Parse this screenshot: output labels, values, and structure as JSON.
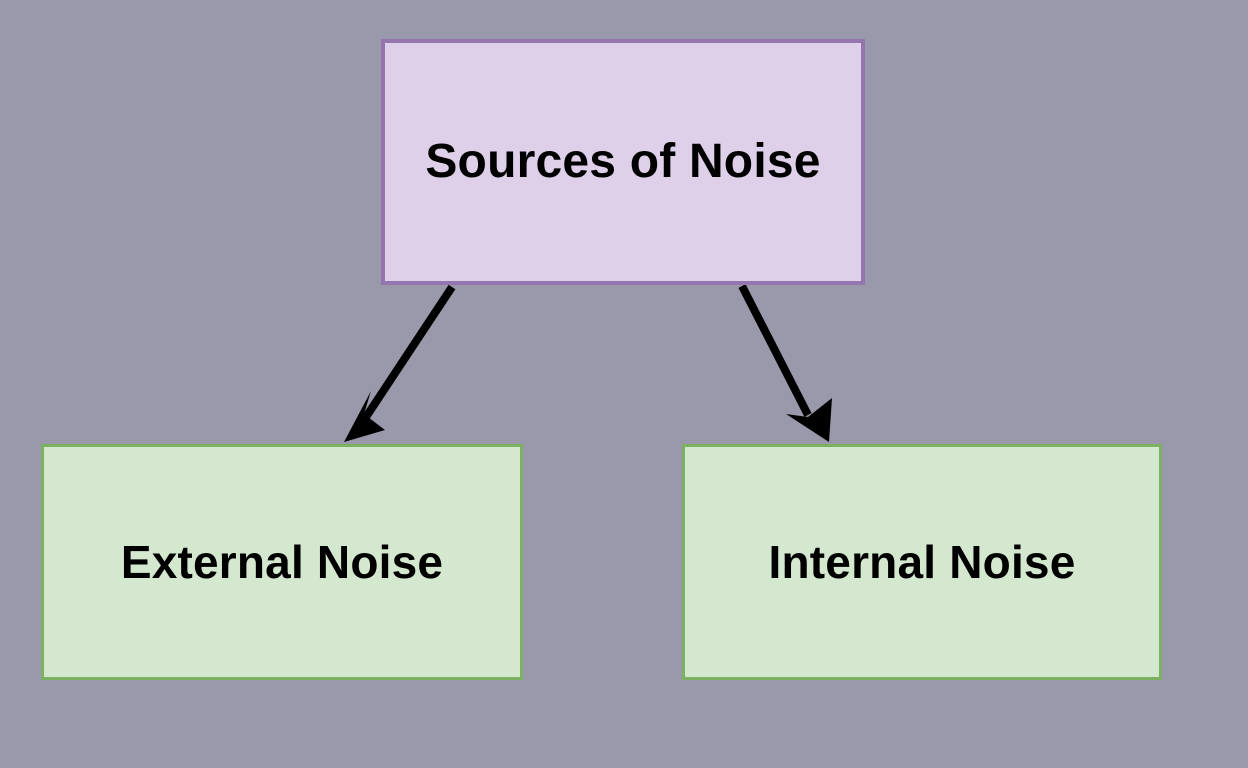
{
  "diagram": {
    "title": "Sources of Noise hierarchy",
    "background_color": "#9a99ab",
    "nodes": [
      {
        "id": "root",
        "label": "Sources of Noise",
        "fill": "#ddd0e8",
        "stroke": "#9575ad",
        "text_color": "#000000"
      },
      {
        "id": "external",
        "label": "External Noise",
        "fill": "#d4e8d0",
        "stroke": "#7cb162",
        "text_color": "#000000"
      },
      {
        "id": "internal",
        "label": "Internal Noise",
        "fill": "#d4e8d0",
        "stroke": "#7cb162",
        "text_color": "#000000"
      }
    ],
    "edges": [
      {
        "id": "root-to-external",
        "from": "Sources of Noise",
        "to": "External Noise",
        "color": "#000000"
      },
      {
        "id": "root-to-internal",
        "from": "Sources of Noise",
        "to": "Internal Noise",
        "color": "#000000"
      }
    ]
  }
}
